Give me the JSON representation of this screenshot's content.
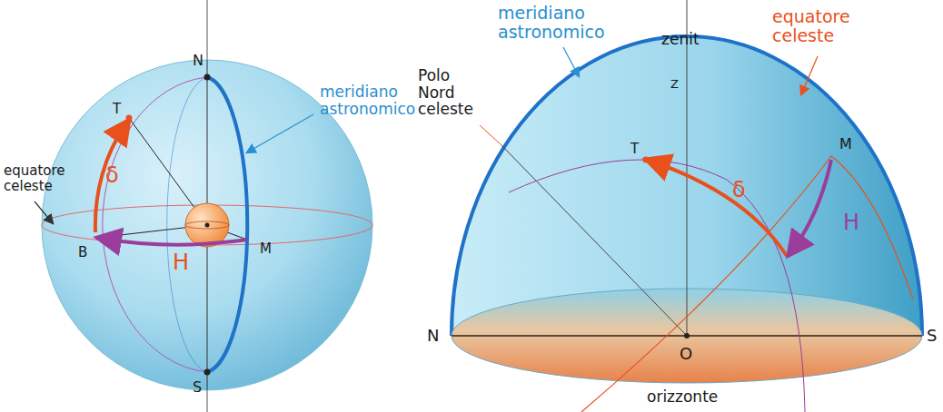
{
  "diagram": {
    "labels": [
      "N",
      "meridiano astronomico",
      "T",
      "equatore celeste",
      "δ",
      "B",
      "H",
      "M",
      "S",
      "meridiano astronomico",
      "zenit",
      "equatore celeste",
      "Polo Nord celeste",
      "Z",
      "T",
      "δ",
      "M",
      "H",
      "N",
      "O",
      "S",
      "orizzonte"
    ]
  }
}
